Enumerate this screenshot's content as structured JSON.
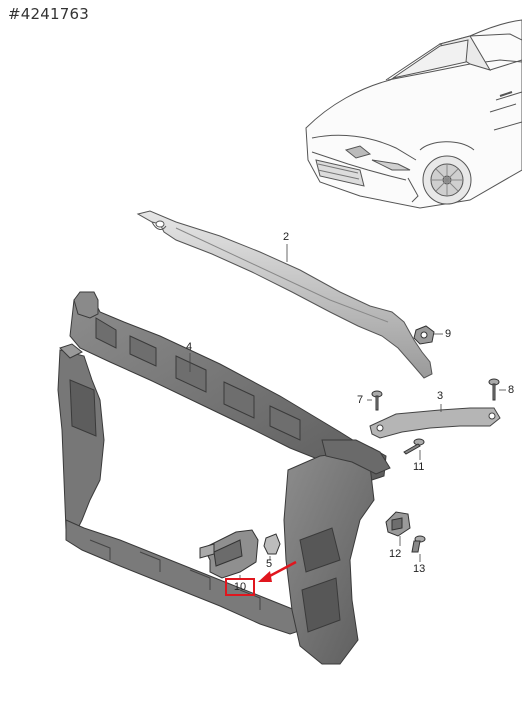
{
  "diagram": {
    "reference_number": "#4241763",
    "callouts": {
      "c2": "2",
      "c3": "3",
      "c4": "4",
      "c5": "5",
      "c7": "7",
      "c8": "8",
      "c9": "9",
      "c10": "10",
      "c11": "11",
      "c12": "12",
      "c13": "13"
    },
    "highlight_color": "#e0161e"
  }
}
